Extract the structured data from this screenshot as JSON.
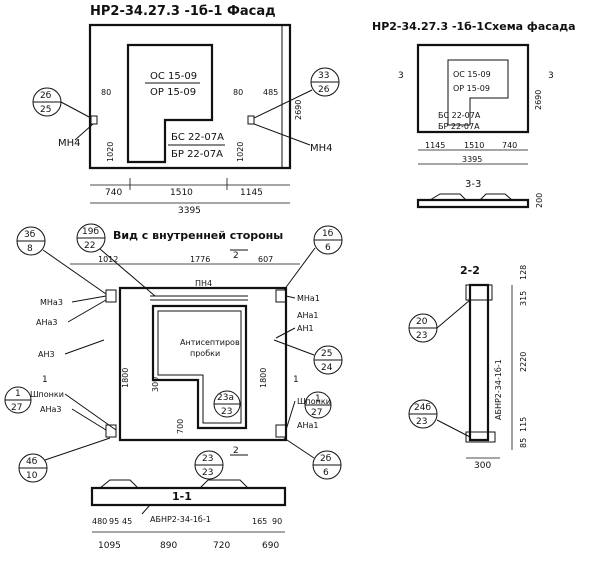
{
  "facade": {
    "title": "НР2-34.27.3 -1б-1 Фасад",
    "window_left": [
      "ОС 15-09",
      "ОР 15-09"
    ],
    "door": [
      "БС 22-07А",
      "БР 22-07А"
    ],
    "callout_left": [
      "2б",
      "25"
    ],
    "callout_right": [
      "33",
      "26"
    ],
    "mn_label": "МН4",
    "dims": {
      "top_left": "80",
      "top_right_a": "80",
      "top_right_b": "485",
      "h_left": "1020",
      "h_right": "1020",
      "h_total": "2690",
      "w1": "740",
      "w2": "1510",
      "w3": "1145",
      "w_total": "3395"
    }
  },
  "scheme": {
    "title": "НР2-34.27.3 -1б-1Схема фасада",
    "window": [
      "ОС 15-09",
      "ОР 15-09"
    ],
    "door": [
      "БС 22-07А",
      "БР 22-07А"
    ],
    "section_mark": "3",
    "dims": {
      "h_total": "2690",
      "w1": "1145",
      "w2": "1510",
      "w3": "740",
      "w_total": "3395"
    },
    "section_title": "3-3",
    "section_dim": "200"
  },
  "inner": {
    "title": "Вид с внутренней стороны",
    "callouts": {
      "a": [
        "3б",
        "8"
      ],
      "b": [
        "19б",
        "22"
      ],
      "c": [
        "1б",
        "6"
      ],
      "d": [
        "25",
        "24"
      ],
      "e": [
        "1",
        "27"
      ],
      "f": [
        "1",
        "27"
      ],
      "g": [
        "4б",
        "10"
      ],
      "h": [
        "23",
        "23"
      ],
      "i": [
        "2б",
        "6"
      ],
      "j": [
        "23а",
        "23"
      ]
    },
    "section_mark_top": "2",
    "section_mark_bottom": "2",
    "section_mark_side": "1",
    "pn_label": "ПН4",
    "labels_left": [
      "МНа3",
      "АНа3",
      "АН3",
      "Шпонки",
      "АНа3"
    ],
    "labels_right": [
      "МНа1",
      "АНа1",
      "АН1",
      "Шпонки",
      "АНа1"
    ],
    "center_label": [
      "Антисептиров",
      "пробки"
    ],
    "dims": {
      "t1": "1012",
      "t2": "1776",
      "t3": "607",
      "h1": "1800",
      "h2": "1800",
      "s1": "300",
      "s2": "700"
    }
  },
  "section11": {
    "title": "1-1",
    "label": "АБНР2-34-1б-1",
    "dims_top": [
      "480",
      "95",
      "45",
      "165",
      "90"
    ],
    "dims_bottom": [
      "1095",
      "890",
      "720",
      "690"
    ]
  },
  "section22": {
    "title": "2-2",
    "label": "АБНР2-34-1б-1",
    "callout_top": [
      "20",
      "23"
    ],
    "callout_bottom": [
      "24б",
      "23"
    ],
    "dims": [
      "128",
      "315",
      "2220",
      "115",
      "85",
      "300"
    ]
  }
}
